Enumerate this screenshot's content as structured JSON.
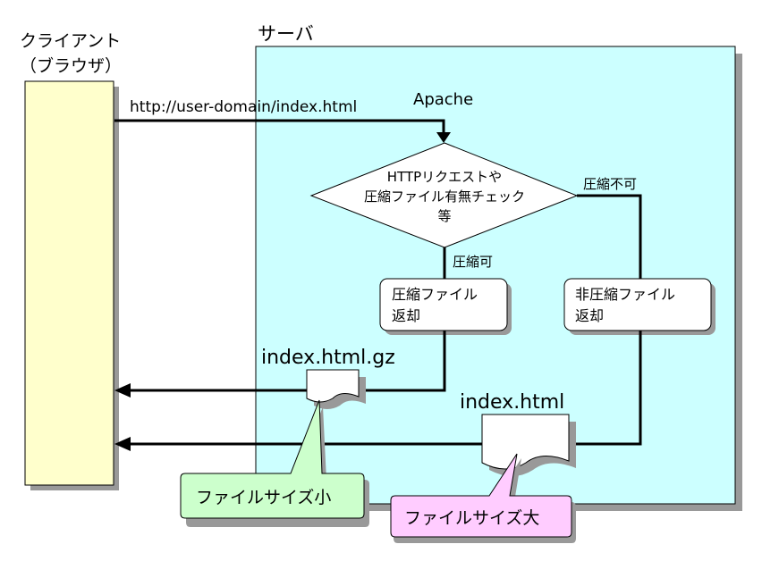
{
  "client": {
    "line1": "クライアント",
    "line2": "（ブラウザ）"
  },
  "server": {
    "label": "サーバ"
  },
  "request": {
    "url": "http://user-domain/index.html"
  },
  "apache": {
    "label": "Apache"
  },
  "decision": {
    "line1": "HTTPリクエストや",
    "line2": "圧縮ファイル有無チェック",
    "line3": "等"
  },
  "branch_yes": {
    "label": "圧縮可"
  },
  "branch_no": {
    "label": "圧縮不可"
  },
  "box_compressed": {
    "line1": "圧縮ファイル",
    "line2": "返却"
  },
  "box_uncompressed": {
    "line1": "非圧縮ファイル",
    "line2": "返却"
  },
  "file_gz": {
    "label": "index.html.gz"
  },
  "file_html": {
    "label": "index.html"
  },
  "callout_small": {
    "label": "ファイルサイズ小"
  },
  "callout_large": {
    "label": "ファイルサイズ大"
  },
  "colors": {
    "client_fill": "#ffffcc",
    "server_fill": "#ccffff",
    "callout_small_fill": "#ccffcc",
    "callout_large_fill": "#ffccff",
    "shadow": "#999999"
  }
}
